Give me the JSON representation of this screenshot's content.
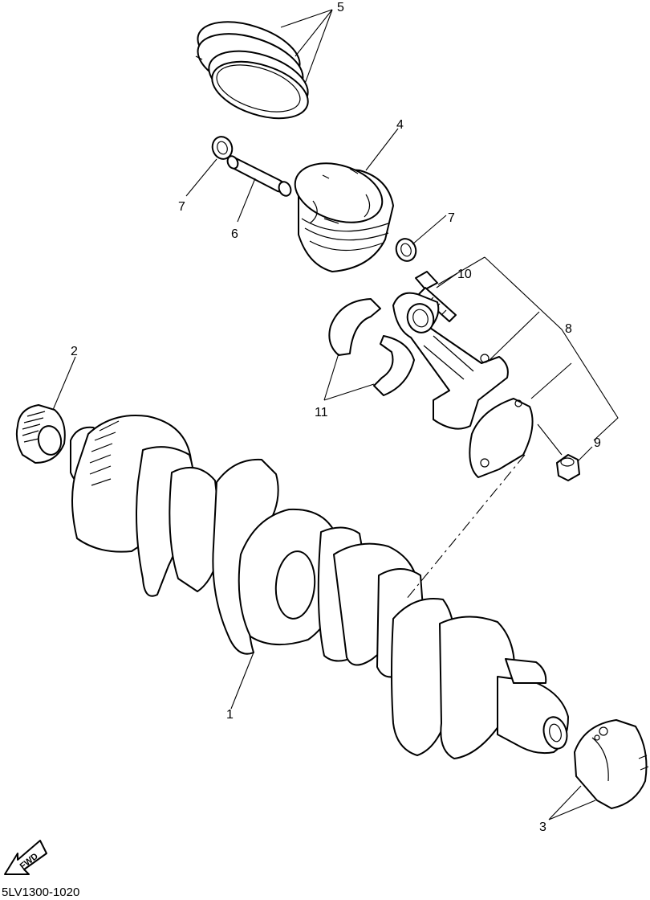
{
  "diagram": {
    "code": "5LV1300-1020",
    "fwd_label": "FWD",
    "callouts": {
      "c1": "1",
      "c2": "2",
      "c3": "3",
      "c4": "4",
      "c5": "5",
      "c6": "6",
      "c7a": "7",
      "c7b": "7",
      "c8": "8",
      "c9": "9",
      "c10": "10",
      "c11": "11"
    }
  }
}
